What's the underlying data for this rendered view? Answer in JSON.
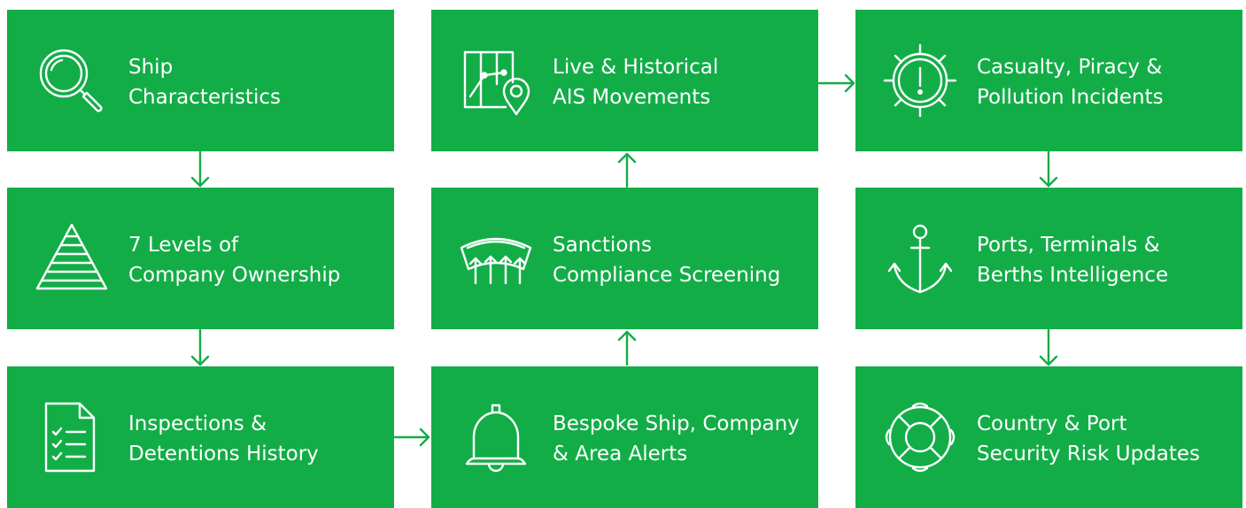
{
  "colors": {
    "box": "#13ad48",
    "text": "#ffffff",
    "arrow": "#13ad48"
  },
  "boxes": [
    {
      "icon": "magnifier-icon",
      "lines": [
        "Ship",
        "Characteristics"
      ]
    },
    {
      "icon": "map-location-icon",
      "lines": [
        "Live &  Historical",
        "AIS Movements"
      ]
    },
    {
      "icon": "alert-wheel-icon",
      "lines": [
        "Casualty, Piracy &",
        "Pollution Incidents"
      ]
    },
    {
      "icon": "pyramid-icon",
      "lines": [
        "7 Levels of",
        "Company Ownership"
      ]
    },
    {
      "icon": "screening-arrows-icon",
      "lines": [
        "Sanctions",
        "Compliance Screening"
      ]
    },
    {
      "icon": "anchor-icon",
      "lines": [
        "Ports, Terminals &",
        "Berths Intelligence"
      ]
    },
    {
      "icon": "checklist-icon",
      "lines": [
        "Inspections &",
        "Detentions History"
      ]
    },
    {
      "icon": "bell-icon",
      "lines": [
        "Bespoke Ship, Company",
        "& Area Alerts"
      ]
    },
    {
      "icon": "lifebuoy-icon",
      "lines": [
        "Country & Port",
        "Security Risk Updates"
      ]
    }
  ],
  "connectors": [
    {
      "from": "Ship Characteristics",
      "to": "7 Levels of Company Ownership",
      "direction": "down"
    },
    {
      "from": "7 Levels of Company Ownership",
      "to": "Inspections & Detentions History",
      "direction": "down"
    },
    {
      "from": "Inspections & Detentions History",
      "to": "Bespoke Ship, Company & Area Alerts",
      "direction": "right"
    },
    {
      "from": "Bespoke Ship, Company & Area Alerts",
      "to": "Sanctions Compliance Screening",
      "direction": "up"
    },
    {
      "from": "Sanctions Compliance Screening",
      "to": "Live & Historical AIS Movements",
      "direction": "up"
    },
    {
      "from": "Live & Historical AIS Movements",
      "to": "Casualty, Piracy & Pollution Incidents",
      "direction": "right"
    },
    {
      "from": "Casualty, Piracy & Pollution Incidents",
      "to": "Ports, Terminals & Berths Intelligence",
      "direction": "down"
    },
    {
      "from": "Ports, Terminals & Berths Intelligence",
      "to": "Country & Port Security Risk Updates",
      "direction": "down"
    }
  ]
}
